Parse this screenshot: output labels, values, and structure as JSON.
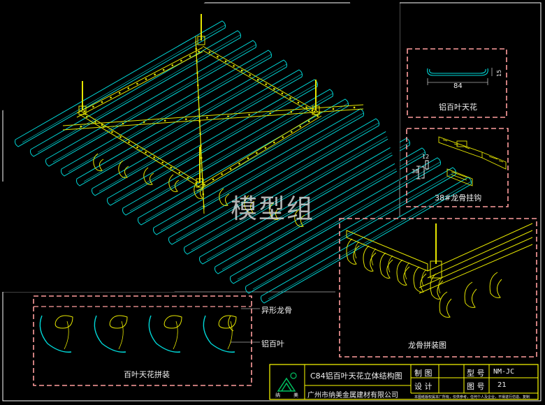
{
  "panels": {
    "aluminum_ceiling": {
      "dim_width": "84",
      "dim_height": "15",
      "caption": "铝百叶天花"
    },
    "keel_hanger": {
      "dim_width": "38",
      "dim_height": "12",
      "caption": "38#龙骨挂钩"
    },
    "keel_assembly": {
      "caption": "龙骨拼装图"
    },
    "louver_assembly": {
      "caption": "百叶天花拼装",
      "label_keel": "异形龙骨",
      "label_louver": "铝百叶"
    }
  },
  "watermark": "模型组",
  "title_block": {
    "drawing_title": "C84铝百叶天花立体结构图",
    "company": "广州市纳美金属建材有限公司",
    "logo_chars": [
      "纳",
      "美"
    ],
    "row1": {
      "label_a": "制 图",
      "label_b": "型 号",
      "value_b": "NM-JC"
    },
    "row2": {
      "label_a": "设 计",
      "label_b": "图 号",
      "value_b": "21"
    },
    "note": "本图纸版权属本厂所有，仅供参考，任何个人及企业，不得进行仿造、复制"
  },
  "colors": {
    "background": "#000000",
    "frame_line": "#ffffff",
    "panel_border": "#ff9e9e",
    "louver_cyan": "#00d8d8",
    "keel_yellow": "#e6e600",
    "title_frame_yellow": "#ffff00"
  }
}
